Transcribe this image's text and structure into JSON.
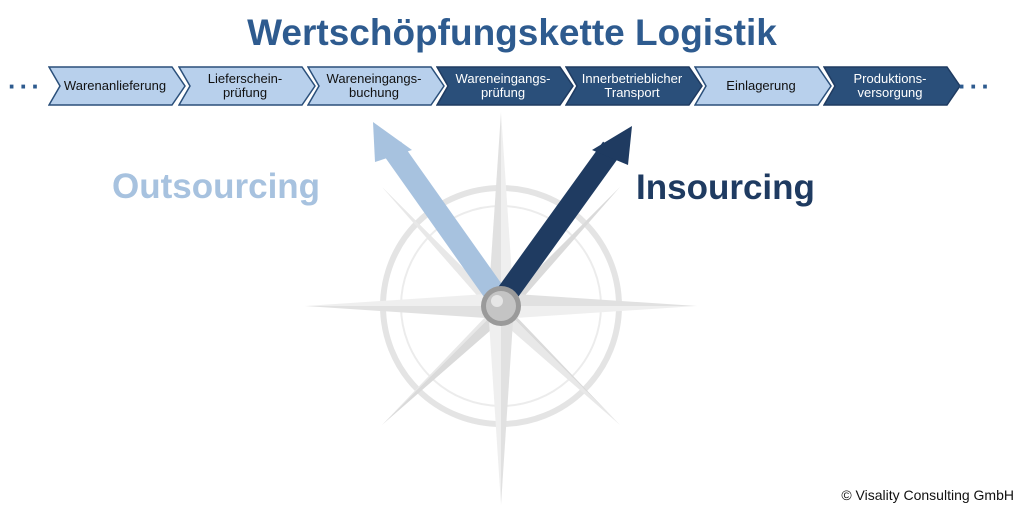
{
  "title": "Wertschöpfungskette Logistik",
  "chain": {
    "leading_ellipsis": "···",
    "trailing_ellipsis": "···",
    "steps": [
      {
        "label": "Warenanlieferung",
        "style": "light"
      },
      {
        "label": "Lieferschein-\nprüfung",
        "style": "light"
      },
      {
        "label": "Wareneingangs-\nbuchung",
        "style": "light"
      },
      {
        "label": "Wareneingangs-\nprüfung",
        "style": "dark"
      },
      {
        "label": "Innerbetrieblicher\nTransport",
        "style": "dark"
      },
      {
        "label": "Einlagerung",
        "style": "light"
      },
      {
        "label": "Produktions-\nversorgung",
        "style": "dark"
      }
    ]
  },
  "arrows": {
    "outsourcing_label": "Outsourcing",
    "insourcing_label": "Insourcing"
  },
  "colors": {
    "title": "#2e5b8f",
    "light_fill": "#b8d0ec",
    "dark_fill": "#2a4f7a",
    "outsourcing": "#a7c2df",
    "insourcing": "#1f3b61",
    "compass": "#cfcfcf"
  },
  "copyright": "© Visality Consulting GmbH"
}
